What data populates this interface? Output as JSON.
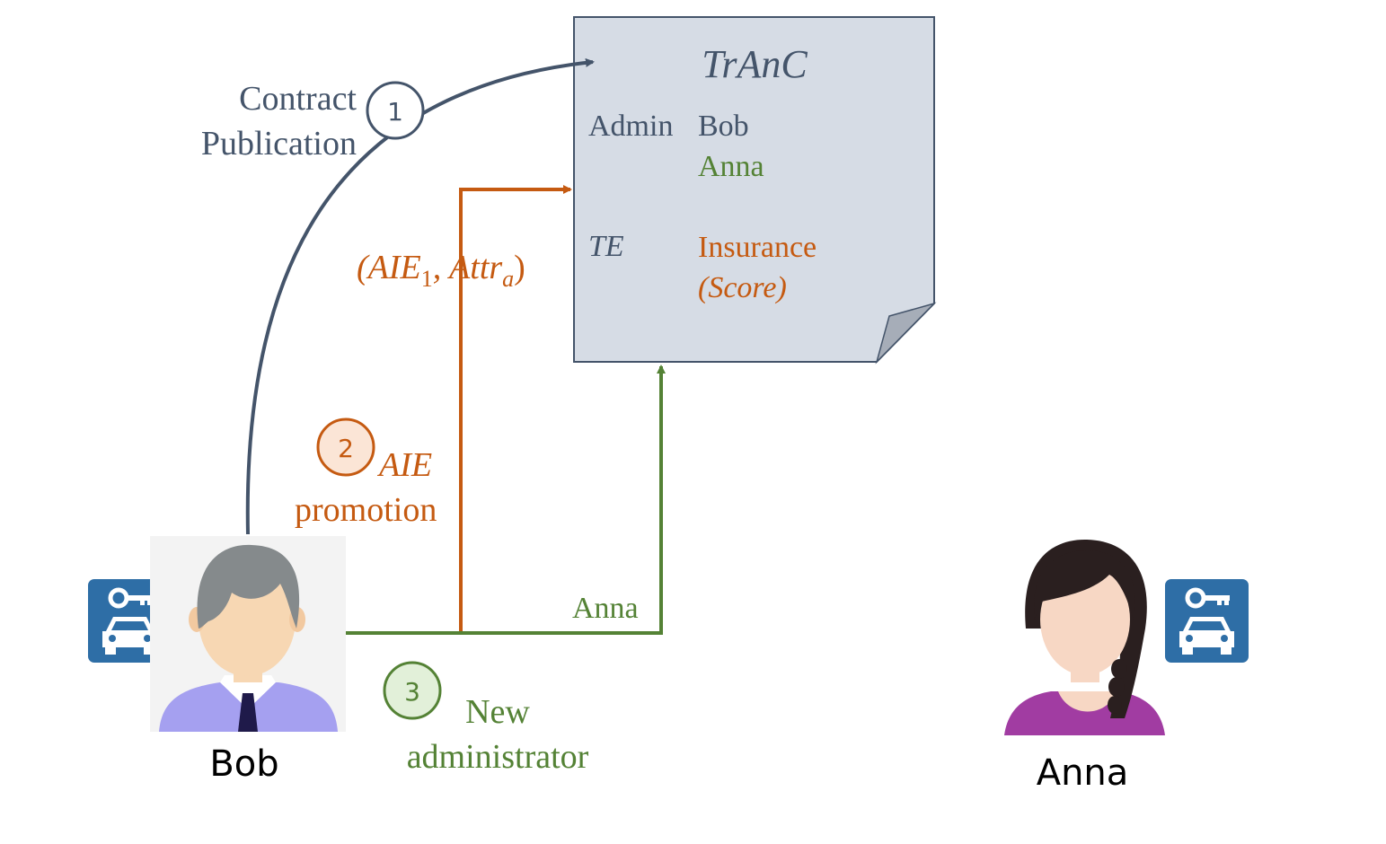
{
  "colors": {
    "slate": "#44546a",
    "orange": "#c55a11",
    "green": "#548235",
    "doc_fill": "#d6dce5",
    "key_box": "#2e6ea6",
    "step2_fill": "#fbe5d6",
    "step3_fill": "#e2f0d9",
    "step1_fill": "#ffffff"
  },
  "contract": {
    "title": "TrAnC",
    "admin_label": "Admin",
    "admin_values": [
      "Bob",
      "Anna"
    ],
    "te_label": "TE",
    "te_value": "Insurance",
    "te_value_sub": "(Score)"
  },
  "steps": {
    "step1": {
      "number": "1",
      "line1": "Contract",
      "line2": "Publication"
    },
    "step2": {
      "number": "2",
      "line1": "AIE",
      "line2": "promotion",
      "tuple": "(AIE",
      "tuple_sub": "1",
      "tuple_mid": ", Attr",
      "tuple_sub2": "a",
      "tuple_end": ")"
    },
    "step3": {
      "number": "3",
      "line1": "New",
      "line2": "administrator",
      "arrow_label": "Anna"
    }
  },
  "actors": {
    "bob": {
      "name": "Bob",
      "icon": "man-avatar-icon",
      "key_icon": "car-key-icon"
    },
    "anna": {
      "name": "Anna",
      "icon": "woman-avatar-icon",
      "key_icon": "car-key-icon"
    }
  }
}
